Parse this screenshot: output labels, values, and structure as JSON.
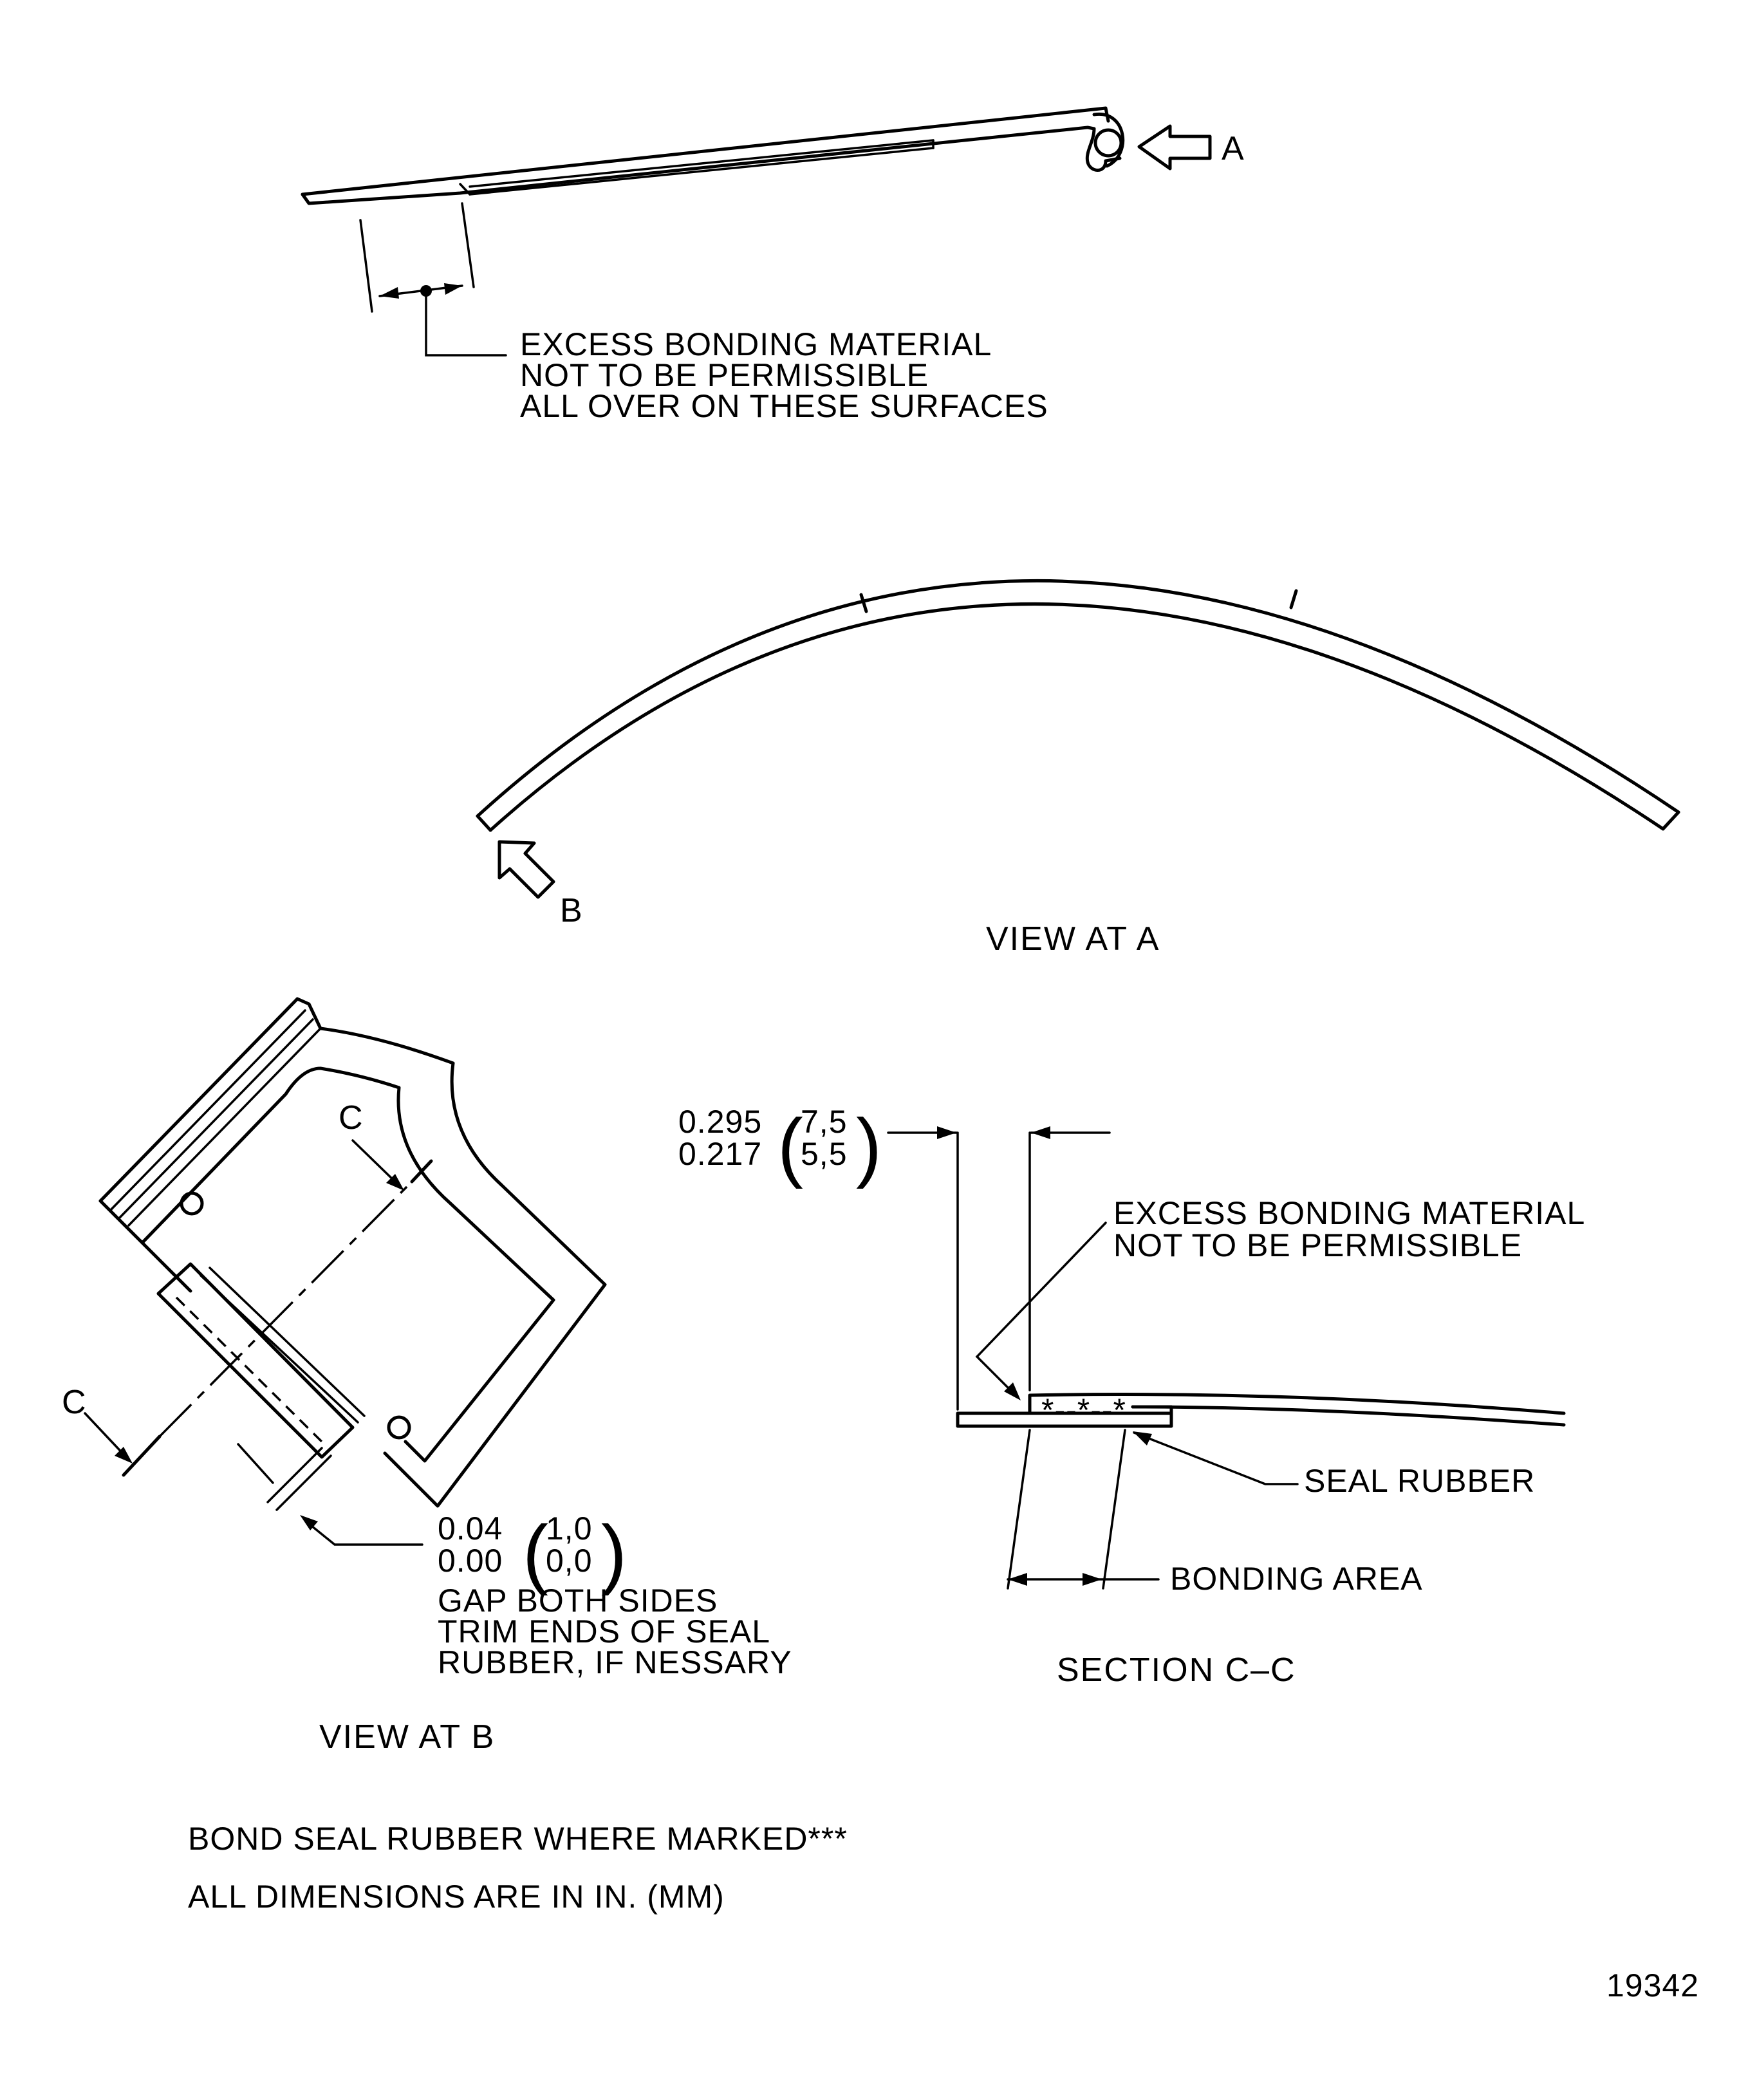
{
  "labels": {
    "view_a_marker": "A",
    "view_b_marker": "B",
    "top_note": [
      "EXCESS BONDING MATERIAL",
      "NOT TO BE PERMISSIBLE",
      "ALL OVER ON THESE SURFACES"
    ],
    "view_at_a": "VIEW AT A",
    "section_marker": "C",
    "view_b_gap": {
      "in_upper": "0.04",
      "in_lower": "0.00",
      "mm_upper": "1,0",
      "mm_lower": "0,0",
      "notes": [
        "GAP BOTH SIDES",
        "TRIM ENDS OF SEAL",
        "RUBBER, IF NESSARY"
      ]
    },
    "view_at_b": "VIEW AT B",
    "section_dim": {
      "in_upper": "0.295",
      "in_lower": "0.217",
      "mm_upper": "7,5",
      "mm_lower": "5,5"
    },
    "section_note": [
      "EXCESS BONDING MATERIAL",
      "NOT TO BE PERMISSIBLE"
    ],
    "seal_rubber": "SEAL RUBBER",
    "bonding_area": "BONDING AREA",
    "section_title": "SECTION C–C",
    "bond_marked": "BOND SEAL RUBBER WHERE MARKED***",
    "dimensions_note": "ALL DIMENSIONS ARE IN IN. (MM)",
    "figure_number": "19342"
  }
}
